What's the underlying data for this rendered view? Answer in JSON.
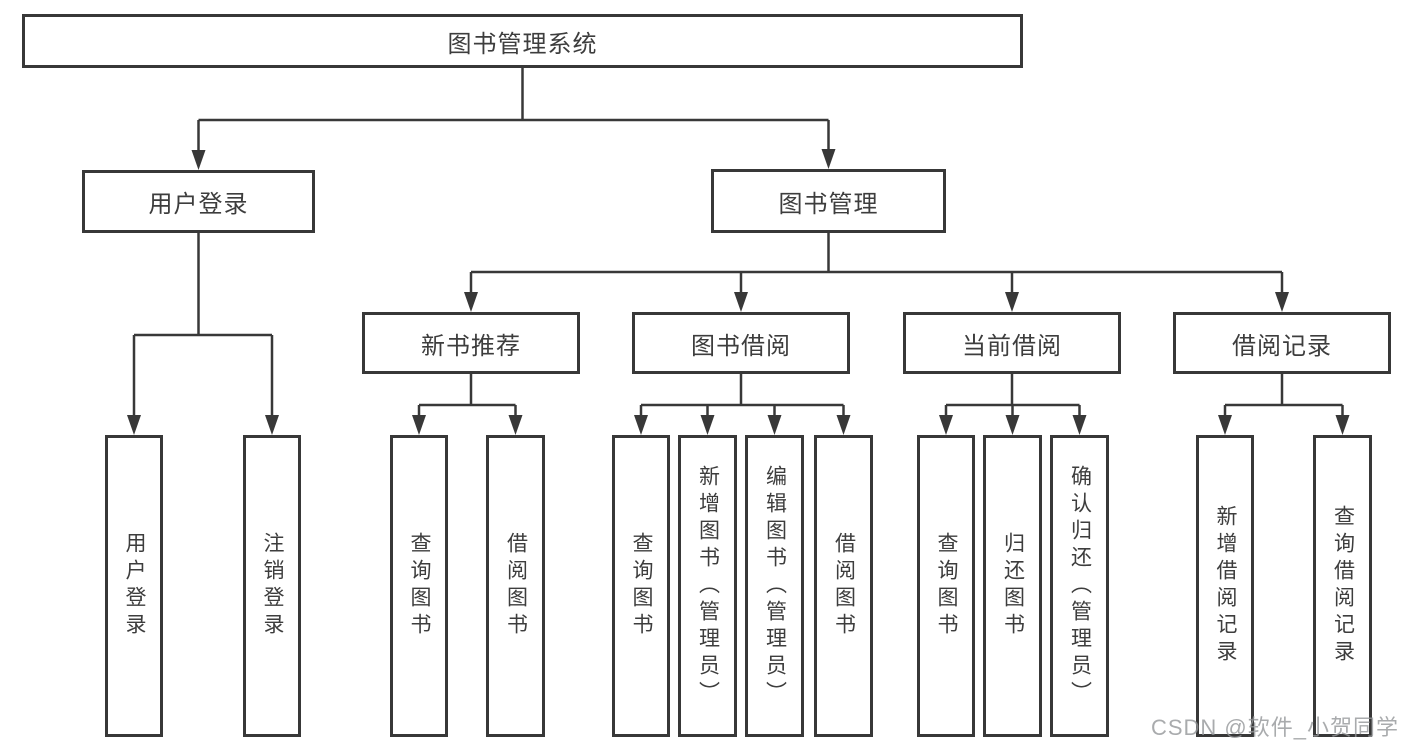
{
  "tree": {
    "root": {
      "label": "图书管理系统"
    },
    "level2": [
      {
        "label": "用户登录"
      },
      {
        "label": "图书管理"
      }
    ],
    "level3": [
      {
        "label": "新书推荐"
      },
      {
        "label": "图书借阅"
      },
      {
        "label": "当前借阅"
      },
      {
        "label": "借阅记录"
      }
    ],
    "leaves": {
      "user_login": [
        {
          "label": "用户登录"
        },
        {
          "label": "注销登录"
        }
      ],
      "new_books": [
        {
          "label": "查询图书"
        },
        {
          "label": "借阅图书"
        }
      ],
      "book_borrow": [
        {
          "label": "查询图书"
        },
        {
          "label": "新增图书（管理员）"
        },
        {
          "label": "编辑图书（管理员）"
        },
        {
          "label": "借阅图书"
        }
      ],
      "current_borrow": [
        {
          "label": "查询图书"
        },
        {
          "label": "归还图书"
        },
        {
          "label": "确认归还（管理员）"
        }
      ],
      "borrow_records": [
        {
          "label": "新增借阅记录"
        },
        {
          "label": "查询借阅记录"
        }
      ]
    }
  },
  "watermark": {
    "text": "CSDN @软件_小贺同学"
  },
  "colors": {
    "border": "#383838",
    "line": "#383838",
    "text": "#3d3d3d",
    "watermark": "#949699",
    "background": "#ffffff"
  }
}
